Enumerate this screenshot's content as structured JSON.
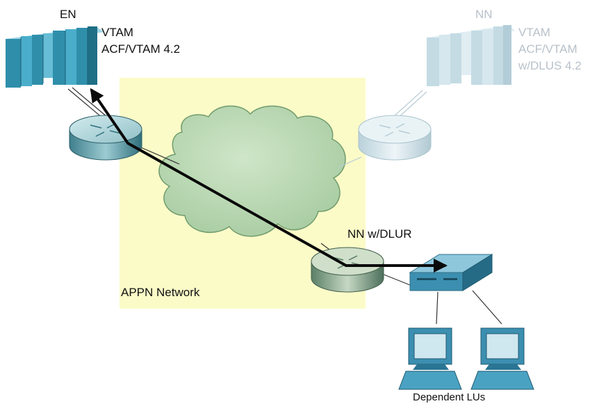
{
  "nodes": {
    "en": {
      "role": "EN",
      "line1": "VTAM",
      "line2": "ACF/VTAM 4.2"
    },
    "nn": {
      "role": "NN",
      "line1": "VTAM",
      "line2": "ACF/VTAM",
      "line3": "w/DLUS 4.2"
    },
    "dlur": {
      "label": "NN w/DLUR"
    },
    "network": {
      "label": "APPN Network"
    },
    "endpoints": {
      "label": "Dependent LUs"
    }
  },
  "colors": {
    "network_fill": "#fbfbc8",
    "cloud_fill": "#b5d6b0",
    "mainframe": "#3a9cb6",
    "router": "#8dbfc6",
    "faded": "#c9dde6",
    "path": "#0a0a0a"
  },
  "icons": [
    "mainframe-icon",
    "router-icon",
    "cloud-icon",
    "controller-icon",
    "terminal-icon"
  ]
}
